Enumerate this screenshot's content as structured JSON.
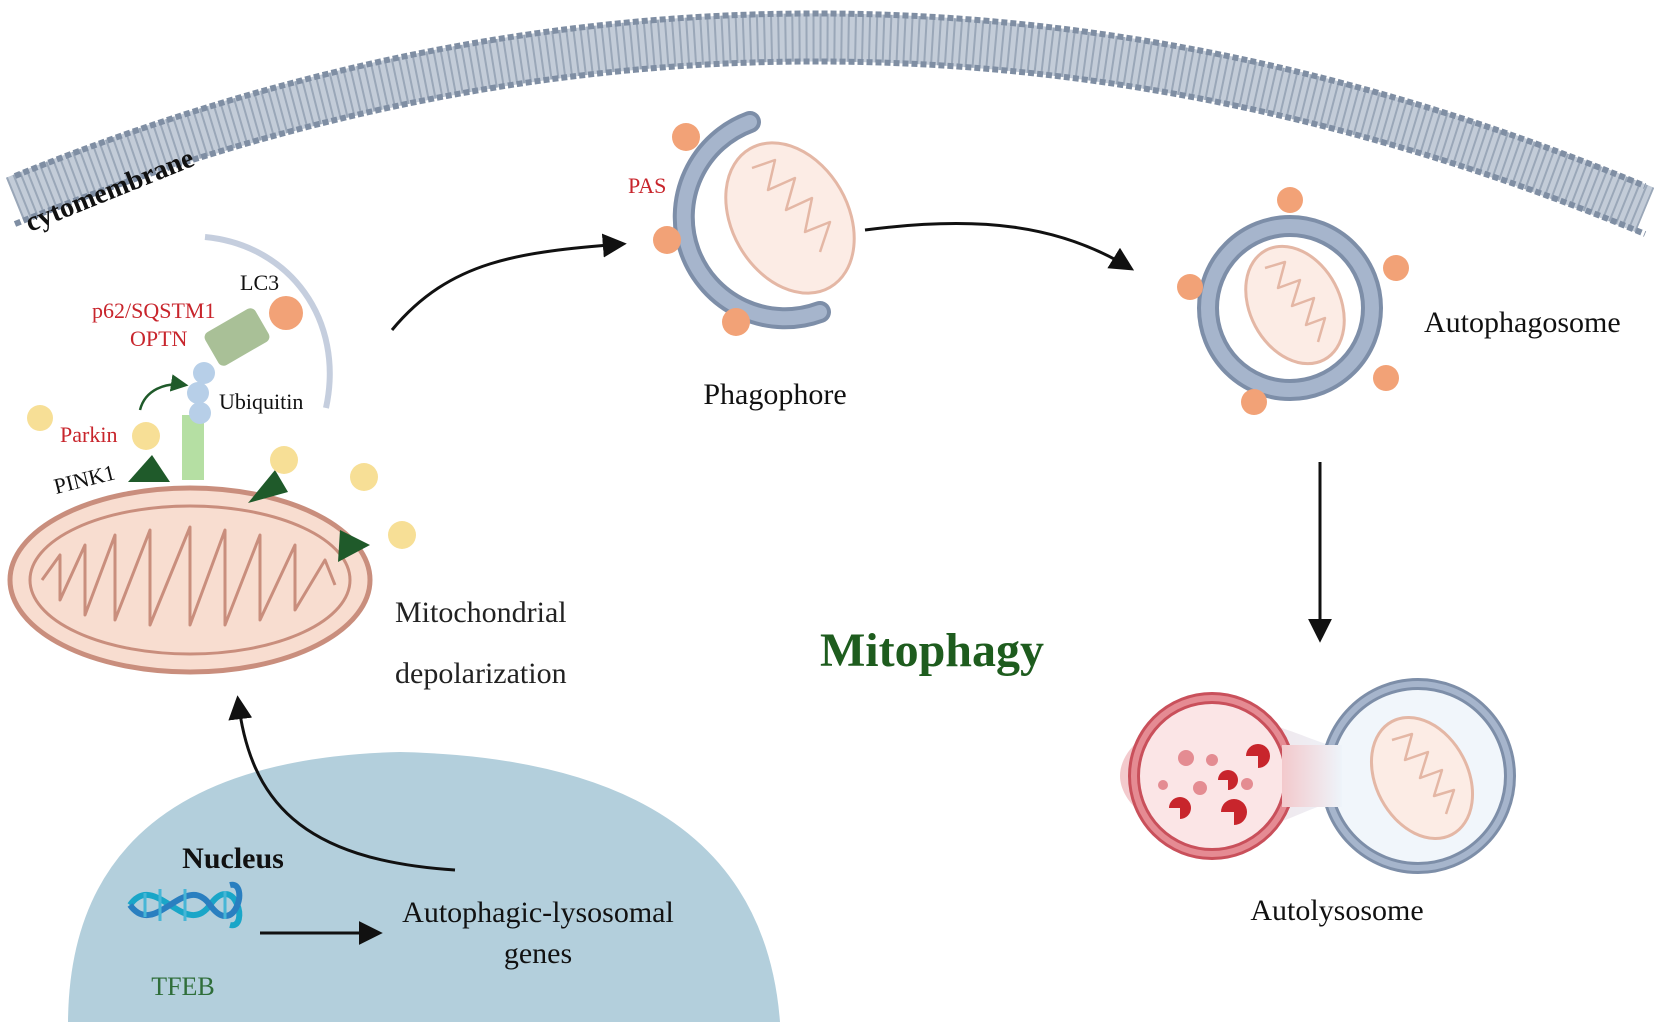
{
  "labels": {
    "cytomembrane": "cytomembrane",
    "lc3": "LC3",
    "p62": "p62/SQSTM1",
    "optn": "OPTN",
    "ubiquitin": "Ubiquitin",
    "parkin": "Parkin",
    "pink1": "PINK1",
    "pas": "PAS",
    "phagophore": "Phagophore",
    "autophagosome": "Autophagosome",
    "mito_depol_line1": "Mitochondrial",
    "mito_depol_line2": "depolarization",
    "mitophagy": "Mitophagy",
    "nucleus": "Nucleus",
    "tfeb": "TFEB",
    "genes_line1": "Autophagic-lysosomal",
    "genes_line2": "genes",
    "autolysosome": "Autolysosome"
  },
  "colors": {
    "red_label": "#c8252c",
    "green_title": "#1e5c1e",
    "membrane": "#8e9db0",
    "nucleus_fill": "#b3cfdc",
    "vesicle_blue": "#a6b5cc",
    "orange_dot": "#f2a277",
    "yellow_dot": "#f7df96",
    "pink1_green": "#1f5a2a",
    "mito_fill": "#f8ddd0",
    "mito_stroke": "#c98e7d",
    "lysosome_red": "#d56670"
  },
  "icons": {
    "dna": "dna-helix-icon"
  }
}
